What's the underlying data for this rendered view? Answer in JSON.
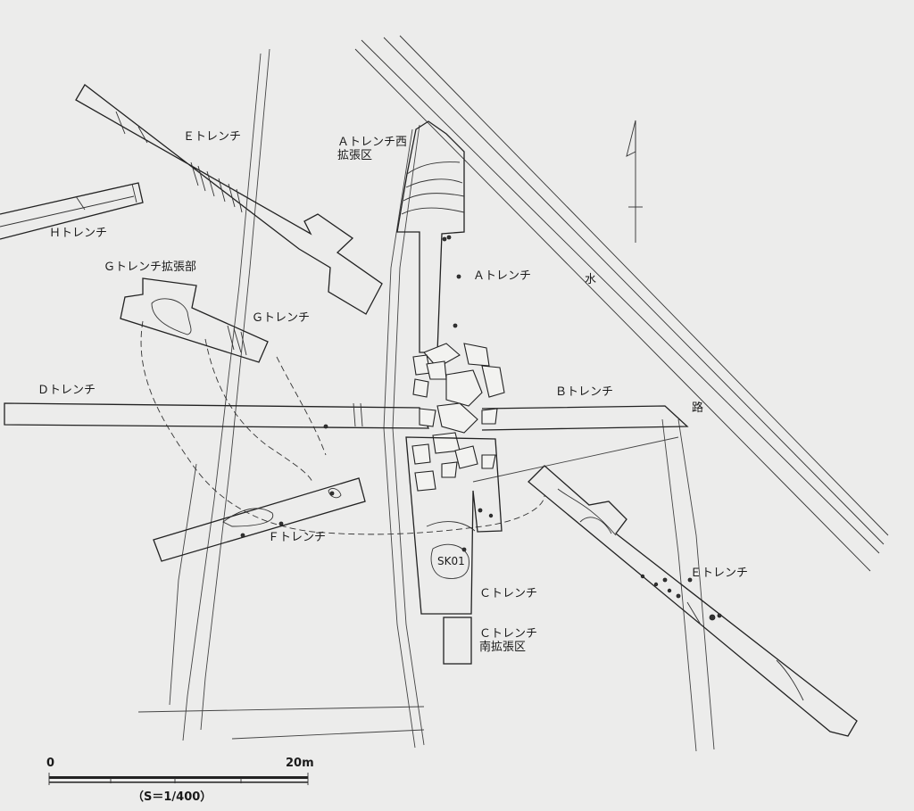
{
  "labels": {
    "e_trench_north": "Ｅトレンチ",
    "a_trench_west_ext": "Ａトレンチ西\n拡張区",
    "h_trench": "Ｈトレンチ",
    "g_trench_ext": "Ｇトレンチ拡張部",
    "a_trench": "Ａトレンチ",
    "g_trench": "Ｇトレンチ",
    "water": "水",
    "d_trench": "Ｄトレンチ",
    "b_trench": "Ｂトレンチ",
    "road": "路",
    "f_trench": "Ｆトレンチ",
    "sk01": "SK01",
    "e_trench_south": "Ｅトレンチ",
    "c_trench": "Ｃトレンチ",
    "c_trench_south_ext": "Ｃトレンチ\n南拡張区"
  },
  "scale_bar": {
    "start_label": "0",
    "end_label": "20m",
    "ratio_label": "（S＝1/400）"
  },
  "north_arrow": {
    "icon": "north-arrow-icon"
  }
}
